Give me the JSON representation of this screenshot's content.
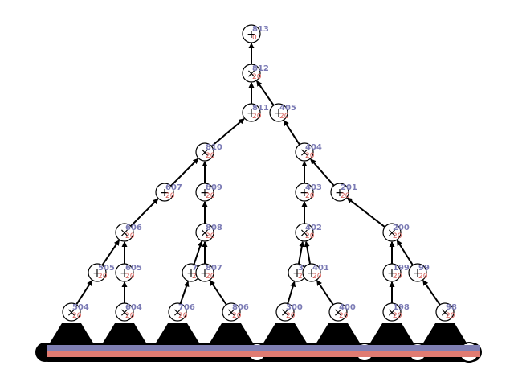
{
  "colors": {
    "id_label": "#7b7bb5",
    "value_label": "#d9605a",
    "bar_blue": "#7f7fb3",
    "bar_red": "#e07b72",
    "ink": "#000000"
  },
  "nodes": [
    {
      "key": "n813",
      "op": "+",
      "id": "813",
      "value": "0"
    },
    {
      "key": "n812",
      "op": "×",
      "id": "812",
      "value": "20"
    },
    {
      "key": "n811",
      "op": "+",
      "id": "811",
      "value": "20"
    },
    {
      "key": "n405",
      "op": "+",
      "id": "405",
      "value": "20"
    },
    {
      "key": "n810",
      "op": "×",
      "id": "810",
      "value": "20"
    },
    {
      "key": "n404",
      "op": "×",
      "id": "404",
      "value": "20"
    },
    {
      "key": "n607",
      "op": "+",
      "id": "607",
      "value": "20"
    },
    {
      "key": "n809",
      "op": "+",
      "id": "809",
      "value": "20"
    },
    {
      "key": "n403",
      "op": "+",
      "id": "403",
      "value": "20"
    },
    {
      "key": "n201",
      "op": "+",
      "id": "201",
      "value": "20"
    },
    {
      "key": "n606",
      "op": "×",
      "id": "606",
      "value": "20"
    },
    {
      "key": "n808",
      "op": "×",
      "id": "808",
      "value": "20"
    },
    {
      "key": "n402",
      "op": "×",
      "id": "402",
      "value": "20"
    },
    {
      "key": "n200",
      "op": "×",
      "id": "200",
      "value": "20"
    },
    {
      "key": "n505",
      "op": "+",
      "id": "505",
      "value": "20"
    },
    {
      "key": "n605",
      "op": "+",
      "id": "605",
      "value": "20"
    },
    {
      "key": "n708",
      "op": "+",
      "id": "708",
      "value": "20"
    },
    {
      "key": "n807",
      "op": "+",
      "id": "807",
      "value": "20"
    },
    {
      "key": "n301",
      "op": "+",
      "id": "301",
      "value": "20"
    },
    {
      "key": "n401",
      "op": "+",
      "id": "401",
      "value": "20"
    },
    {
      "key": "n199",
      "op": "+",
      "id": "199",
      "value": "20"
    },
    {
      "key": "n99",
      "op": "+",
      "id": "99",
      "value": "20"
    },
    {
      "key": "n504",
      "op": "×",
      "id": "504",
      "value": "20"
    },
    {
      "key": "n604",
      "op": "×",
      "id": "604",
      "value": "20"
    },
    {
      "key": "n706",
      "op": "×",
      "id": "706",
      "value": "20"
    },
    {
      "key": "n806",
      "op": "×",
      "id": "806",
      "value": "20"
    },
    {
      "key": "n300",
      "op": "×",
      "id": "300",
      "value": "20"
    },
    {
      "key": "n400",
      "op": "×",
      "id": "400",
      "value": "20"
    },
    {
      "key": "n198",
      "op": "×",
      "id": "198",
      "value": "20"
    },
    {
      "key": "n98",
      "op": "×",
      "id": "98",
      "value": "20"
    }
  ],
  "edges": [
    [
      "n812",
      "n813"
    ],
    [
      "n811",
      "n812"
    ],
    [
      "n405",
      "n812"
    ],
    [
      "n810",
      "n811"
    ],
    [
      "n404",
      "n405"
    ],
    [
      "n607",
      "n810"
    ],
    [
      "n809",
      "n810"
    ],
    [
      "n403",
      "n404"
    ],
    [
      "n201",
      "n404"
    ],
    [
      "n606",
      "n607"
    ],
    [
      "n808",
      "n809"
    ],
    [
      "n402",
      "n403"
    ],
    [
      "n200",
      "n201"
    ],
    [
      "n505",
      "n606"
    ],
    [
      "n605",
      "n606"
    ],
    [
      "n708",
      "n808"
    ],
    [
      "n807",
      "n808"
    ],
    [
      "n301",
      "n402"
    ],
    [
      "n401",
      "n402"
    ],
    [
      "n199",
      "n200"
    ],
    [
      "n99",
      "n200"
    ],
    [
      "n504",
      "n505"
    ],
    [
      "n604",
      "n605"
    ],
    [
      "n706",
      "n708"
    ],
    [
      "n806",
      "n807"
    ],
    [
      "n300",
      "n301"
    ],
    [
      "n400",
      "n401"
    ],
    [
      "n198",
      "n199"
    ],
    [
      "n98",
      "n99"
    ]
  ]
}
